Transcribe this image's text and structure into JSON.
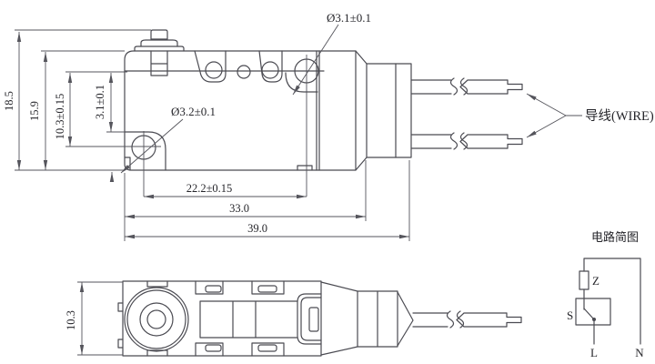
{
  "drawing": {
    "main_view": {
      "callouts": {
        "hole_top": "Ø3.1±0.1",
        "hole_left": "Ø3.2±0.1",
        "wire": "导线(WIRE)"
      },
      "dims": {
        "total_height": "18.5",
        "body_height": "15.9",
        "hole_vertical_offset": "10.3±0.15",
        "step_height": "3.1±0.1",
        "hole_spacing": "22.2±0.15",
        "body_length": "33.0",
        "total_length": "39.0"
      }
    },
    "bottom_view": {
      "dims": {
        "body_width": "10.3"
      }
    },
    "circuit": {
      "title": "电路简图",
      "impedance_label": "Z",
      "switch_label": "S",
      "live_label": "L",
      "neutral_label": "N"
    },
    "colors": {
      "line": "#4b4b52",
      "text": "#26262b",
      "background": "#ffffff"
    }
  }
}
